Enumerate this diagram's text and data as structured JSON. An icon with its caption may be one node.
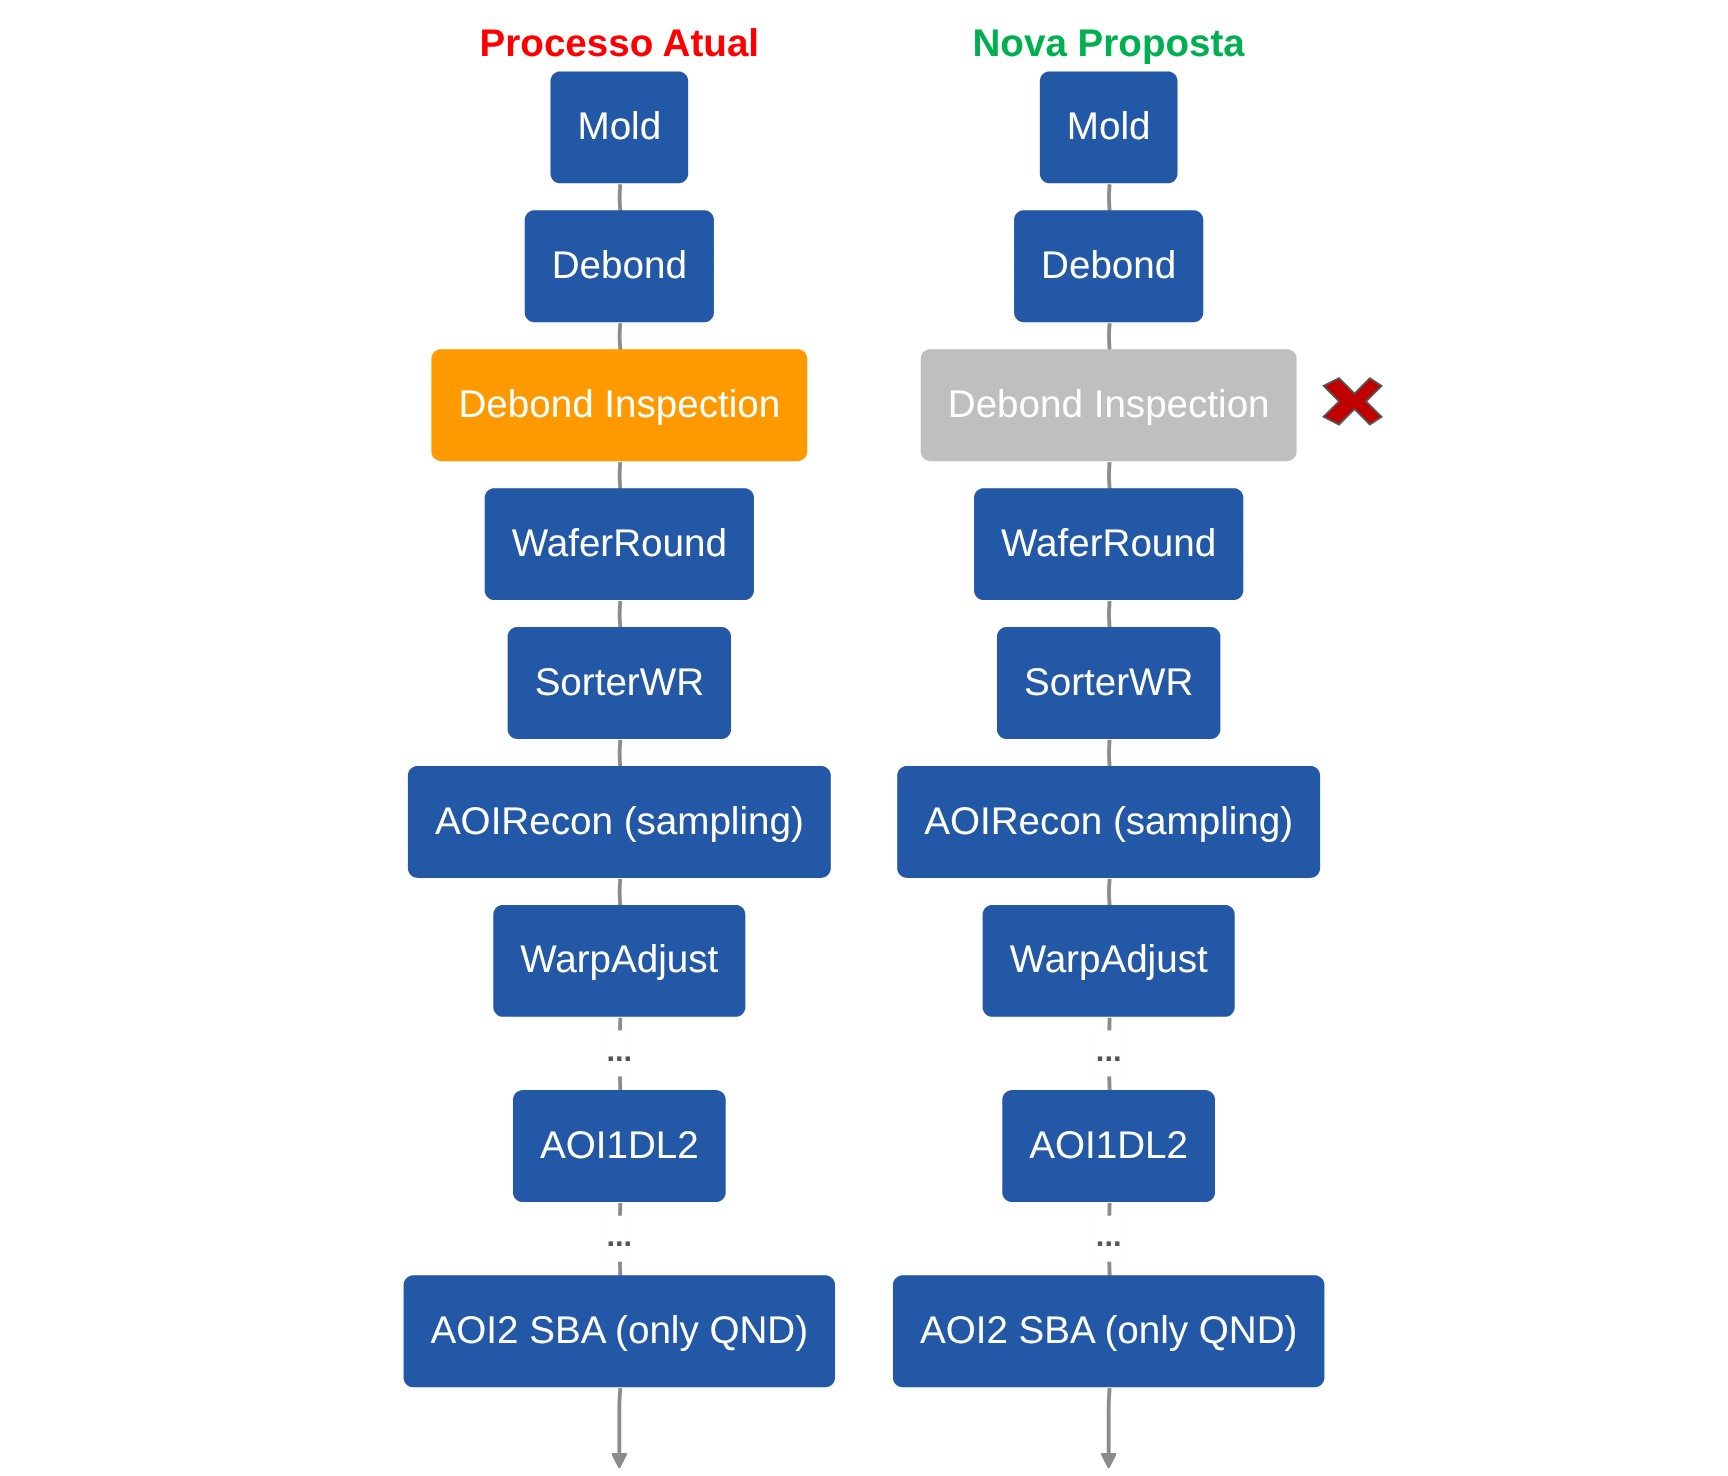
{
  "diagram": {
    "nodes": [
      {
        "text": [
          "Processo Atual"
        ]
      },
      {
        "text": [
          "Mold"
        ]
      },
      {
        "text": [
          "Debond"
        ]
      },
      {
        "text": [
          "Debond Inspection"
        ]
      },
      {
        "text": [
          "WaferRound"
        ]
      },
      {
        "text": [
          "SorterWR"
        ]
      },
      {
        "text": [
          "AOIRecon (sampling)"
        ]
      },
      {
        "text": [
          "WarpAdjust"
        ]
      },
      {
        "text": [
          "AOI1DL2"
        ]
      },
      {
        "text": [
          "AOI2 SBA (only QND)"
        ]
      },
      {
        "text": [
          "Nova Proposta"
        ]
      },
      {
        "text": [
          "Mold"
        ]
      },
      {
        "text": [
          "Debond"
        ]
      },
      {
        "text": [
          "Debond Inspection"
        ]
      },
      {
        "text": [
          "WaferRound"
        ]
      },
      {
        "text": [
          "SorterWR"
        ]
      },
      {
        "text": [
          "AOIRecon (sampling)"
        ]
      },
      {
        "text": [
          "WarpAdjust"
        ]
      },
      {
        "text": [
          "AOI1DL2"
        ]
      },
      {
        "text": [
          "AOI2 SBA (only QND)"
        ]
      }
    ],
    "edges": [
      {
        "from": 1,
        "to": 2,
        "arrow": "none"
      },
      {
        "from": 2,
        "to": 3,
        "arrow": "none"
      },
      {
        "from": 3,
        "to": 4,
        "arrow": "none"
      },
      {
        "from": 4,
        "to": 5,
        "arrow": "none"
      },
      {
        "from": 5,
        "to": 6,
        "arrow": "none"
      },
      {
        "from": 6,
        "to": 7,
        "arrow": "none"
      },
      {
        "from": 7,
        "to": 8,
        "arrow": "none",
        "label": "..."
      },
      {
        "from": 8,
        "to": 9,
        "arrow": "none",
        "label": "..."
      },
      {
        "from": 9,
        "to": null,
        "arrow": "to"
      },
      {
        "from": 11,
        "to": 12,
        "arrow": "none"
      },
      {
        "from": 12,
        "to": 13,
        "arrow": "none"
      },
      {
        "from": 13,
        "to": 14,
        "arrow": "none"
      },
      {
        "from": 14,
        "to": 15,
        "arrow": "none"
      },
      {
        "from": 15,
        "to": 16,
        "arrow": "none"
      },
      {
        "from": 16,
        "to": 17,
        "arrow": "none"
      },
      {
        "from": 17,
        "to": 18,
        "arrow": "none",
        "label": "..."
      },
      {
        "from": 18,
        "to": 19,
        "arrow": "none",
        "label": "..."
      },
      {
        "from": 19,
        "to": null,
        "arrow": "to"
      }
    ]
  }
}
